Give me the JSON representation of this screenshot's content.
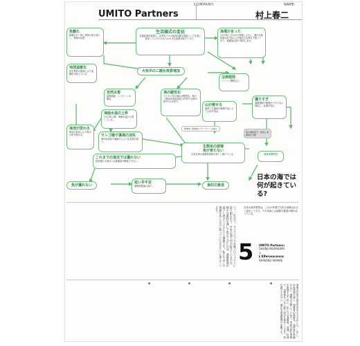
{
  "header": {
    "company_label": "COMPANY:",
    "name_label": "NAME:",
    "company": "UMITO Partners",
    "person": "村上春二"
  },
  "diagram": {
    "center_title": "生活様式の変化",
    "center_desc": "高度経済成長期に、自然を人々の経済活動の基盤とした生産に依存していたものからの大きな転換が起きてきた。",
    "left_top_title": "魚離れ",
    "left_top_desc": "魚離れが一気に消費の量も減少し、魚食が衰退。",
    "right_top_title": "漁場が言った",
    "right_top_desc": "2020年に行われた調査によると、国の水産資源の約7割以上が適正な水準を下回っており、漁獲量は減少傾向にある。",
    "warming_title": "地球温暖化",
    "warming_desc": "化石燃料の使用により温暖化が進んでいる。",
    "co2_title": "大気中の二酸化炭素増加",
    "disaster_title": "自然災害",
    "disaster_desc": "豪雨被害、ハリケーンの増加。",
    "acid_title": "海の酸性化",
    "acid_desc": "アルカリ性の海水が酸性化。海の二酸化炭素吸収能力が低下(全体の約30%)が低下。",
    "dev_title": "沿岸開発",
    "dev_desc": "リゾート開発など。",
    "overfish_title": "獲りすぎ",
    "overfish_desc": "漁獲規制や管理が十分でない場合に、乱獲が進む。",
    "sea_temp_title": "海面水温の上昇",
    "sea_temp_desc": "2023年以降、海面水温が上昇している。",
    "mountain_title": "山が痩せる",
    "mountain_desc": "植林した森林の管理不足により土砂が流出。",
    "plankton_tag": "植物性 / 動物性プランクトンの減少",
    "fish_change_title": "海流が変わる",
    "fish_change_desc": "海流の変化により魚の分布が変わる。",
    "coral_title": "サンゴ礁や藻場の消失",
    "coral_desc": "海の砂漠化や磯焼けにより生息域が減少。",
    "ecosystem_title": "生態系の崩壊",
    "ecosystem_title2": "魚が育たない",
    "ecosystem_desc": "日本近海の漁業資源量が減少し続けている。",
    "gray_box": "魚の価格低下、産地と消費地の分断",
    "ocean_title": "これまでの漁法では獲れない",
    "ocean_desc": "従来通りの漁法では漁獲量が確保できない。",
    "aquaculture": "漁業漁業環境",
    "cant_catch": "魚が獲れない",
    "shortage_title": "担い手不足",
    "shortage_desc": "漁業就業者の減少。",
    "fishing_decline": "漁村の衰退",
    "question": "日本の海では何が起きている?"
  },
  "article": {
    "caption": "日本の海洋環境は、この40年間で日本の漁業は大きく変化してきた。その背景には複数の要因が絡み合っている。",
    "number": "5",
    "index_company": "UMITO Partners:",
    "index_name": "SHUNJI MURAKAMI",
    "index_sep": "×",
    "index_partner": "L'Effervescence:",
    "index_partner_name": "SHINOBU NAMAE",
    "body_upper": "う。これまで、サステナブル水産プロジェクトに取り組む中で、日本の海で何が起きているのか、様々な資料を通して見えてきたのは、漁業資源が減少し続けているという事実です。私たちはこの現実を多くの方に知っていただきたいと考えています。",
    "body_lower": "漁業は日本の食文化を支えてきました。しかし、水産資源の減少、漁業者の高齢化、消費者の魚離れなど、課題は山積しています。持続可能な漁業を実現するために、私たちは漁業者、流通、料理人、消費者をつなぐ取り組みを進めています。魚を獲りすぎない、適正な資源管理が必要です。"
  }
}
